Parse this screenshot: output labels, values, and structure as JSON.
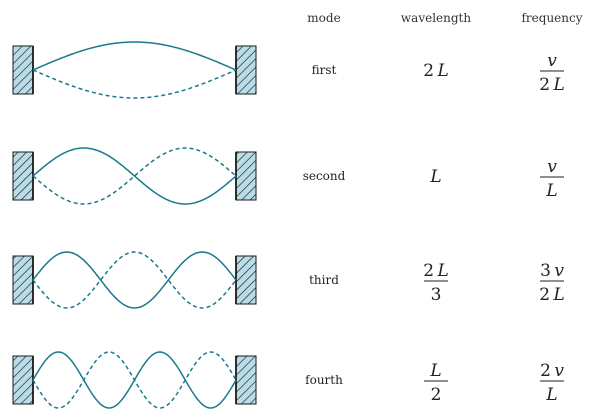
{
  "headers": {
    "mode": "mode",
    "wavelength": "wavelength",
    "frequency": "frequency"
  },
  "colors": {
    "wave": "#1a7a8c",
    "wall_fill": "#b8dde8",
    "wall_stroke": "#1a1a1a"
  },
  "rows": [
    {
      "mode": "first",
      "harmonic": 1,
      "wavelength": {
        "kind": "inline",
        "coef": "2",
        "var": "L"
      },
      "frequency": {
        "kind": "frac",
        "num_coef": "",
        "num_var": "v",
        "den_coef": "2",
        "den_var": "L"
      }
    },
    {
      "mode": "second",
      "harmonic": 2,
      "wavelength": {
        "kind": "inline",
        "coef": "",
        "var": "L"
      },
      "frequency": {
        "kind": "frac",
        "num_coef": "",
        "num_var": "v",
        "den_coef": "",
        "den_var": "L"
      }
    },
    {
      "mode": "third",
      "harmonic": 3,
      "wavelength": {
        "kind": "frac",
        "num_coef": "2",
        "num_var": "L",
        "den_coef": "3",
        "den_var": ""
      },
      "frequency": {
        "kind": "frac",
        "num_coef": "3",
        "num_var": "v",
        "den_coef": "2",
        "den_var": "L"
      }
    },
    {
      "mode": "fourth",
      "harmonic": 4,
      "wavelength": {
        "kind": "frac",
        "num_coef": "",
        "num_var": "L",
        "den_coef": "2",
        "den_var": ""
      },
      "frequency": {
        "kind": "frac",
        "num_coef": "2",
        "num_var": "v",
        "den_coef": "",
        "den_var": "L"
      }
    }
  ]
}
